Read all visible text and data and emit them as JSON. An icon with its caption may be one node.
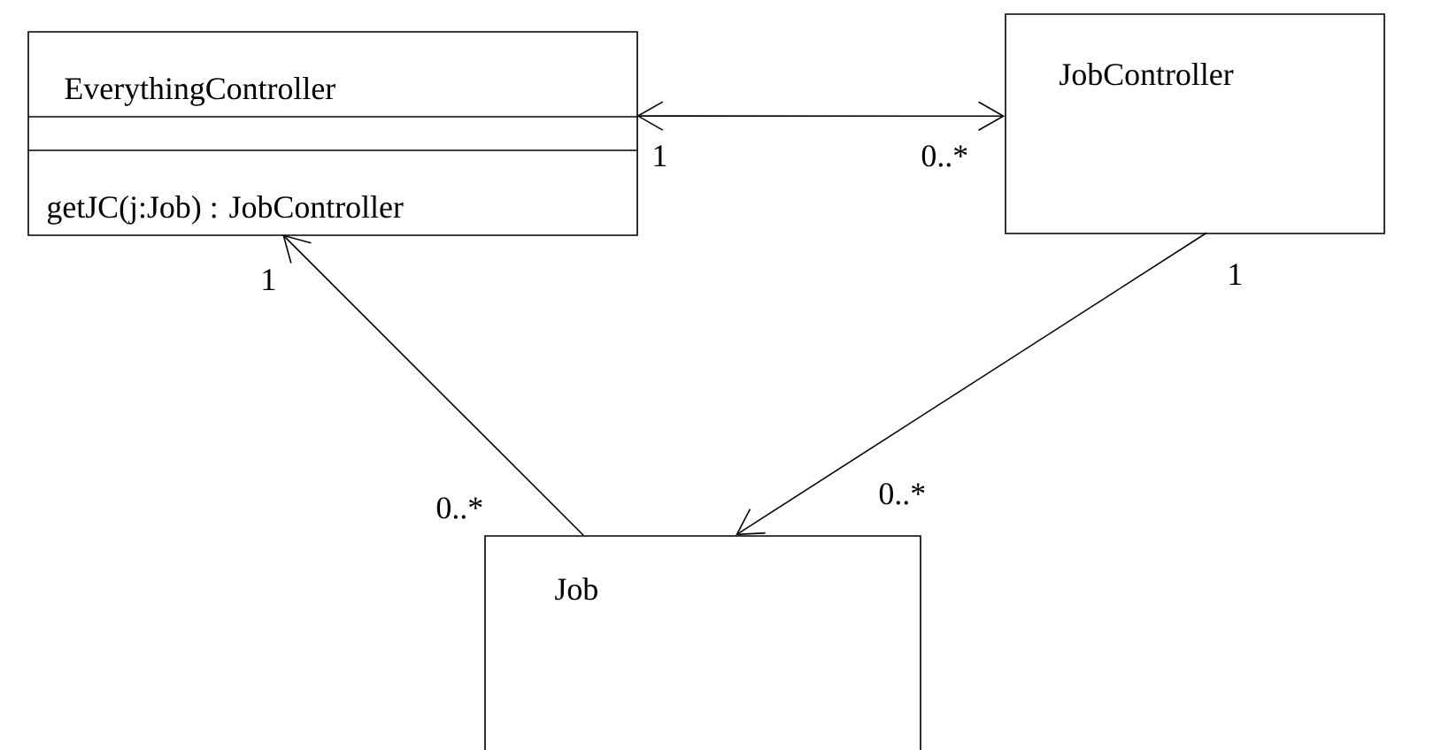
{
  "diagram": {
    "nodes": [
      {
        "text": [
          "EverythingController",
          "getJC(j:Job) : JobController"
        ]
      },
      {
        "text": [
          "JobController"
        ]
      },
      {
        "text": [
          "Job"
        ]
      }
    ],
    "edges": [
      {
        "from": 0,
        "to": 1,
        "arrow": "both"
      },
      {
        "from": 2,
        "to": 0,
        "arrow": "to"
      },
      {
        "from": 1,
        "to": 2,
        "arrow": "to"
      }
    ],
    "labels": [
      "1",
      "0..*",
      "1",
      "1",
      "0..*",
      "0..*"
    ]
  }
}
